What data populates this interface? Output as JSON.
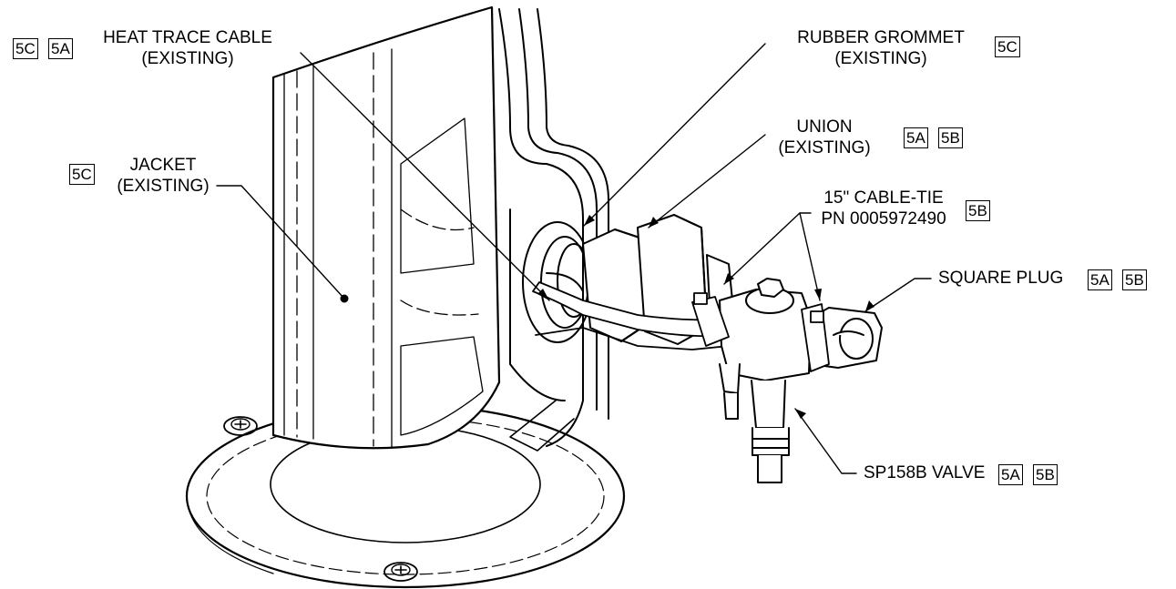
{
  "callouts": {
    "heat_trace": {
      "line1": "HEAT TRACE CABLE",
      "line2": "(EXISTING)",
      "tags": [
        "5C",
        "5A"
      ]
    },
    "rubber_grommet": {
      "line1": "RUBBER GROMMET",
      "line2": "(EXISTING)",
      "tags": [
        "5C"
      ]
    },
    "union": {
      "line1": "UNION",
      "line2": "(EXISTING)",
      "tags": [
        "5A",
        "5B"
      ]
    },
    "cable_tie": {
      "line1": "15\" CABLE-TIE",
      "line2": "PN 0005972490",
      "tags": [
        "5B"
      ]
    },
    "jacket": {
      "line1": "JACKET",
      "line2": "(EXISTING)",
      "tags": [
        "5C"
      ]
    },
    "square_plug": {
      "line1": "SQUARE PLUG",
      "tags": [
        "5A",
        "5B"
      ]
    },
    "valve": {
      "line1": "SP158B VALVE",
      "tags": [
        "5A",
        "5B"
      ]
    }
  },
  "colors": {
    "line": "#000000",
    "background": "#ffffff"
  }
}
